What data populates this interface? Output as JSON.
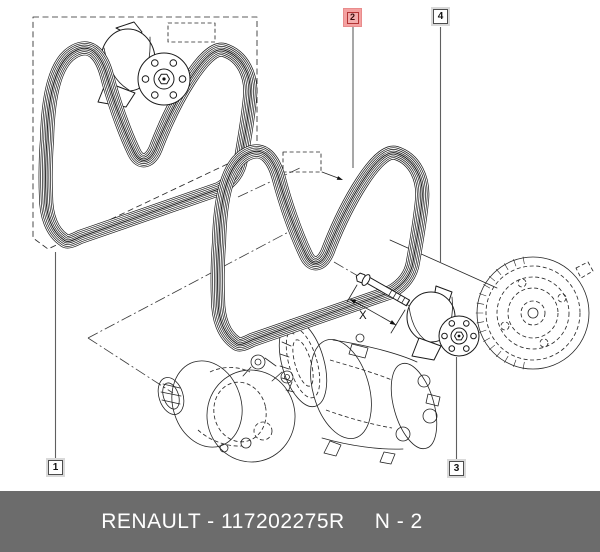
{
  "callouts": [
    {
      "label": "1",
      "highlighted": false
    },
    {
      "label": "2",
      "highlighted": true
    },
    {
      "label": "3",
      "highlighted": false
    },
    {
      "label": "4",
      "highlighted": false
    }
  ],
  "dimension_label": "X",
  "footer": {
    "part_label": "RENAULT - 117202275R",
    "page_label": "N - 2"
  },
  "colors": {
    "highlight_fill": "#f4a1a1",
    "highlight_border": "#b23434",
    "footer_background": "#6c6c6c",
    "footer_text": "#ffffff",
    "drawing_line": "#1a1a1a"
  },
  "diagram_parts": [
    "belt-kit-boundary",
    "drive-belt-kit",
    "drive-belt",
    "belt-tensioner",
    "tensioner-bolt",
    "alternator-reference",
    "ac-compressor-reference",
    "crankshaft-pulley-reference"
  ]
}
